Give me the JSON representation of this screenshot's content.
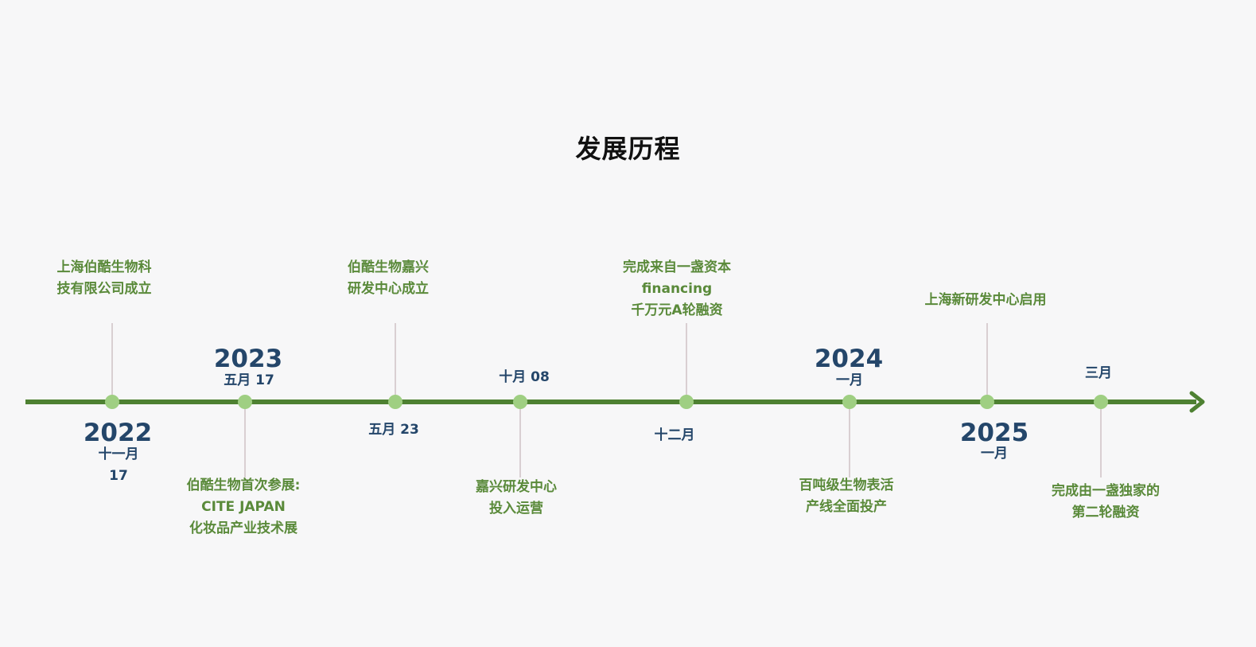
{
  "title": "发展历程",
  "colors": {
    "axis": "#4e8132",
    "marker": "#9fcf82",
    "event_text": "#5a8a3a",
    "date_text": "#24466a",
    "stem": "#d9cfd2"
  },
  "events": [
    {
      "year": "2022",
      "date_lines": [
        "十一月",
        "17"
      ],
      "text_lines": [
        "上海伯酷生物科",
        "技有限公司成立"
      ]
    },
    {
      "year": "2023",
      "date_lines": [
        "五月 17"
      ],
      "text_lines": [
        "伯酷生物首次参展:",
        "CITE JAPAN",
        "化妆品产业技术展"
      ]
    },
    {
      "year": "",
      "date_lines": [
        "五月 23"
      ],
      "text_lines": [
        "伯酷生物嘉兴",
        "研发中心成立"
      ]
    },
    {
      "year": "",
      "date_lines": [
        "十月 08"
      ],
      "text_lines": [
        "嘉兴研发中心",
        "投入运营"
      ]
    },
    {
      "year": "",
      "date_lines": [
        "十二月"
      ],
      "text_lines": [
        "完成来自一盏资本",
        "financing",
        "千万元A轮融资"
      ]
    },
    {
      "year": "2024",
      "date_lines": [
        "一月"
      ],
      "text_lines": [
        "百吨级生物表活",
        "产线全面投产"
      ]
    },
    {
      "year": "2025",
      "date_lines": [
        "一月"
      ],
      "text_lines": [
        "上海新研发中心启用"
      ]
    },
    {
      "year": "",
      "date_lines": [
        "三月"
      ],
      "text_lines": [
        "完成由一盏独家的",
        "第二轮融资"
      ]
    }
  ]
}
